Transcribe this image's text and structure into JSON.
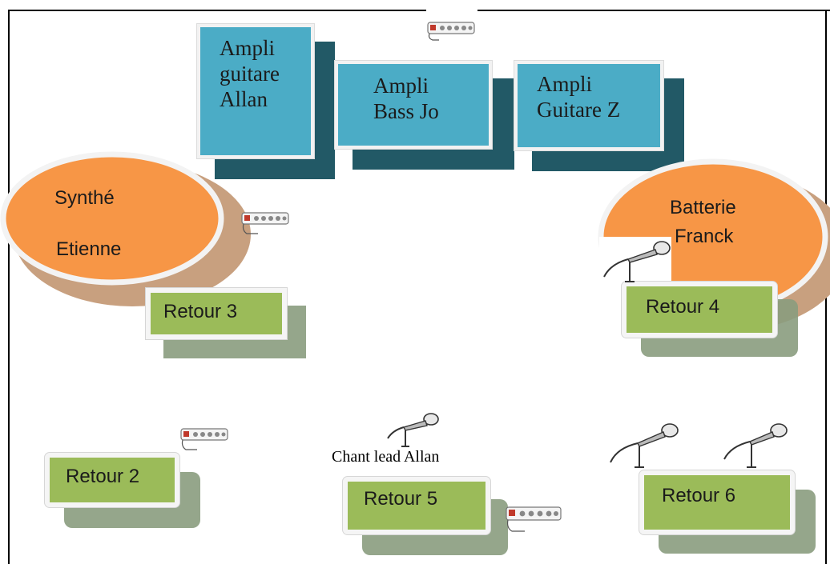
{
  "amps": {
    "allan": "Ampli\nguitare\nAllan",
    "jo": "Ampli\nBass Jo",
    "z": "Ampli\nGuitare Z"
  },
  "instruments": {
    "synth_line1": "Synthé",
    "synth_line2": "Etienne",
    "drums_line1": "Batterie",
    "drums_line2": "Franck"
  },
  "retours": {
    "r2": "Retour 2",
    "r3": "Retour 3",
    "r4": "Retour 4",
    "r5": "Retour 5",
    "r6": "Retour 6"
  },
  "captions": {
    "chant": "Chant lead Allan"
  },
  "colors": {
    "amp": "#4bacc6",
    "amp_shadow": "#225966",
    "instrument": "#f79646",
    "retour": "#9bbb59",
    "retour_shadow": "#8a9c7e"
  },
  "icons": [
    "power-strip-icon",
    "microphone-icon"
  ]
}
